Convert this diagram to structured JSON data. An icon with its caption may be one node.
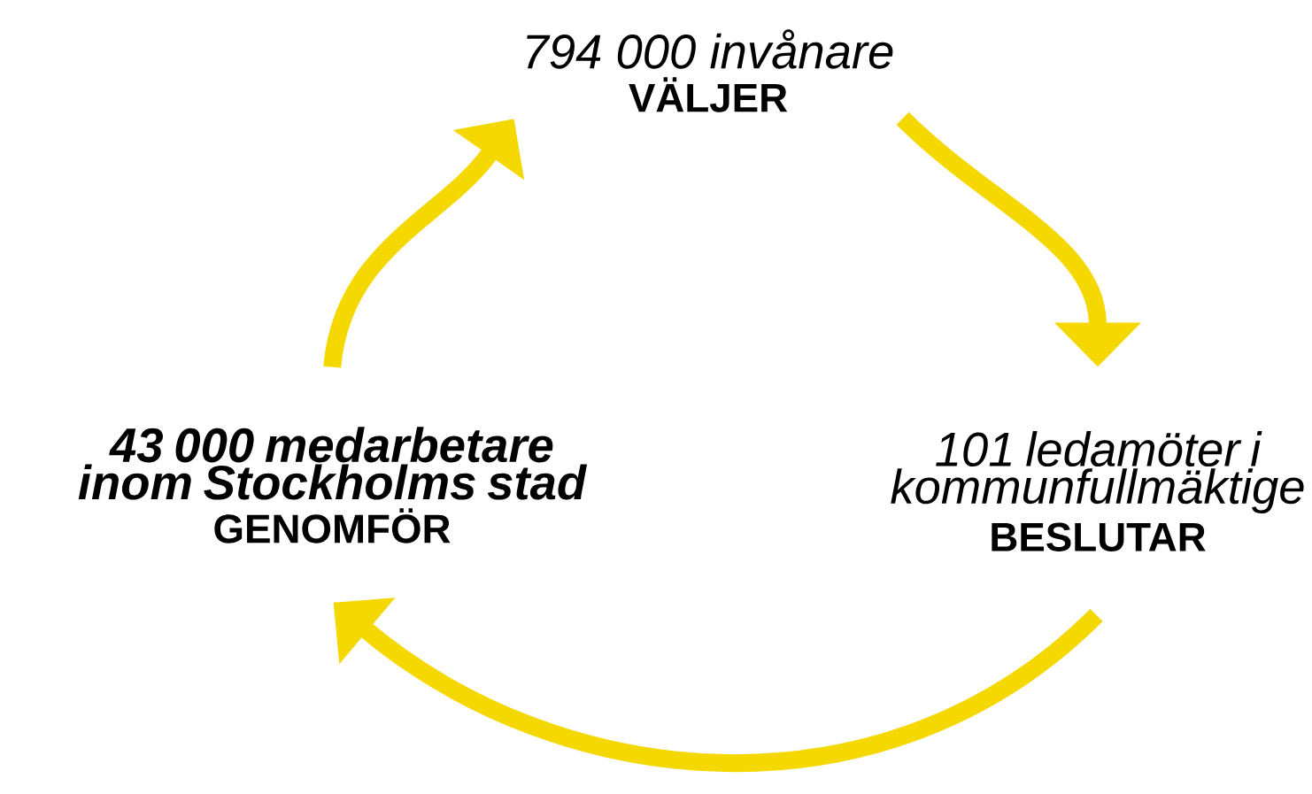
{
  "diagram": {
    "nodes": [
      {
        "text": [
          "794 000 invånare",
          "VÄLJER"
        ]
      },
      {
        "text": [
          "101 ledamöter i kommunfullmäktige",
          "BESLUTAR"
        ]
      },
      {
        "text": [
          "43 000 medarbetare inom Stockholms stad",
          "GENOMFÖR"
        ]
      }
    ],
    "edges": [
      {
        "from": 0,
        "to": 1,
        "arrow": "to"
      },
      {
        "from": 1,
        "to": 2,
        "arrow": "to"
      },
      {
        "from": 2,
        "to": 0,
        "arrow": "to"
      }
    ]
  }
}
